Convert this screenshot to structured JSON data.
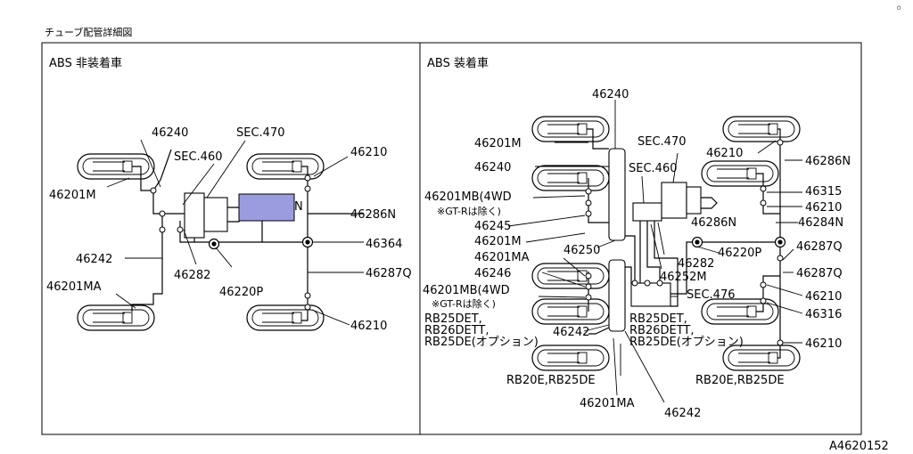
{
  "title": "チューブ配管詳細図",
  "corner_mark": "◦",
  "figure_id": "A4620152",
  "highlight_color": "#9b9be0",
  "panels": {
    "left": {
      "heading": "ABS 非装着車",
      "labels": {
        "l46240": "46240",
        "sec470": "SEC.470",
        "sec460": "SEC.460",
        "l46210_top": "46210",
        "l46201m": "46201M",
        "l46286n": "46286N",
        "l46364": "46364",
        "l46242": "46242",
        "l46287q": "46287Q",
        "l46282": "46282",
        "l46201ma": "46201MA",
        "l46220p": "46220P",
        "l46210_bot": "46210",
        "n_mark": "N"
      }
    },
    "right": {
      "heading": "ABS 装着車",
      "labels": {
        "l46240_top": "46240",
        "l46201m_a": "46201M",
        "l46240_b": "46240",
        "l46201mb_a": "46201MB(4WD",
        "gtr_a": "※GT-Rは除く)",
        "l46245": "46245",
        "l46201m_b": "46201M",
        "l46201ma_a": "46201MA",
        "l46246": "46246",
        "l46201mb_b": "46201MB(4WD",
        "gtr_b": "※GT-Rは除く)",
        "rb25det_a": "RB25DET,",
        "rb26dett_a": "RB26DETT,",
        "rb25de_a": "RB25DE(オプション)",
        "l46242_a": "46242",
        "rb20e_a": "RB20E,RB25DE",
        "l46201ma_b": "46201MA",
        "l46242_b": "46242",
        "sec470": "SEC.470",
        "sec460": "SEC.460",
        "l46210_a": "46210",
        "l46286n_a": "46286N",
        "l46315": "46315",
        "l46210_b": "46210",
        "l46286n_b": "46286N",
        "l46284n": "46284N",
        "l46250": "46250",
        "l46220p": "46220P",
        "l46287q_a": "46287Q",
        "l46282": "46282",
        "l46287q_b": "46287Q",
        "l46252m": "46252M",
        "sec476": "SEC.476",
        "l46210_c": "46210",
        "l46316": "46316",
        "rb25det_b": "RB25DET,",
        "rb26dett_b": "RB26DETT,",
        "rb25de_b": "RB25DE(オプション)",
        "l46210_d": "46210",
        "rb20e_b": "RB20E,RB25DE"
      }
    }
  }
}
